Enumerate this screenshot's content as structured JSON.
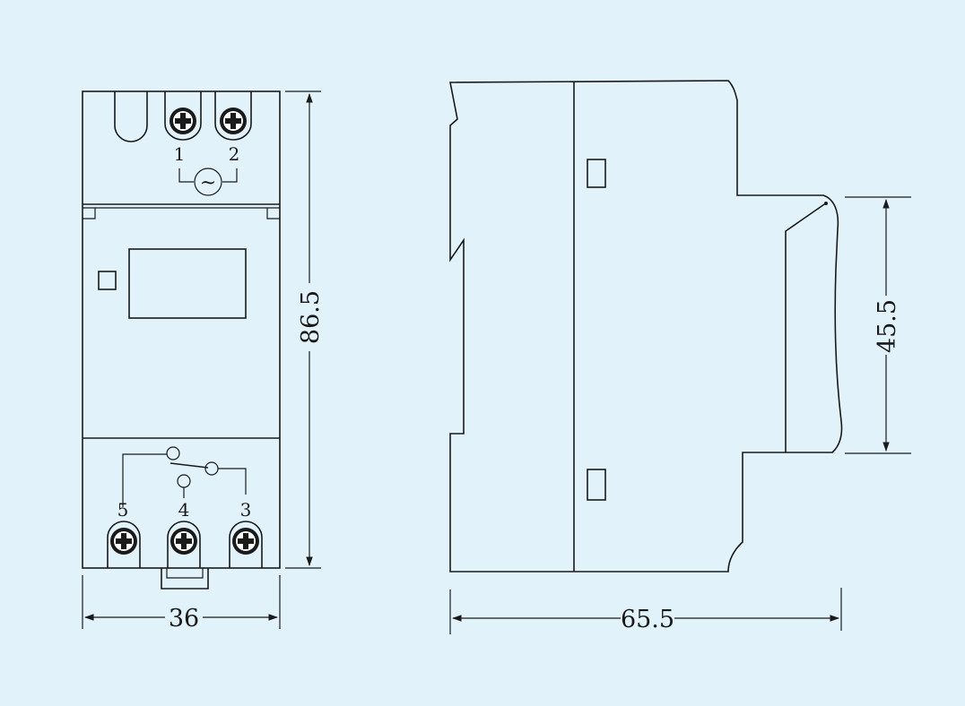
{
  "diagram": {
    "front_view": {
      "top_terminals": [
        {
          "label": "1"
        },
        {
          "label": "2"
        }
      ],
      "ac_symbol": "~",
      "bottom_terminals": [
        {
          "label": "5"
        },
        {
          "label": "4"
        },
        {
          "label": "3"
        }
      ],
      "width_dimension": "36",
      "height_dimension": "86.5"
    },
    "side_view": {
      "depth_dimension": "65.5",
      "rail_height_dimension": "45.5"
    },
    "colors": {
      "background": "#e2f2fb",
      "line": "#1a1a1a"
    }
  }
}
